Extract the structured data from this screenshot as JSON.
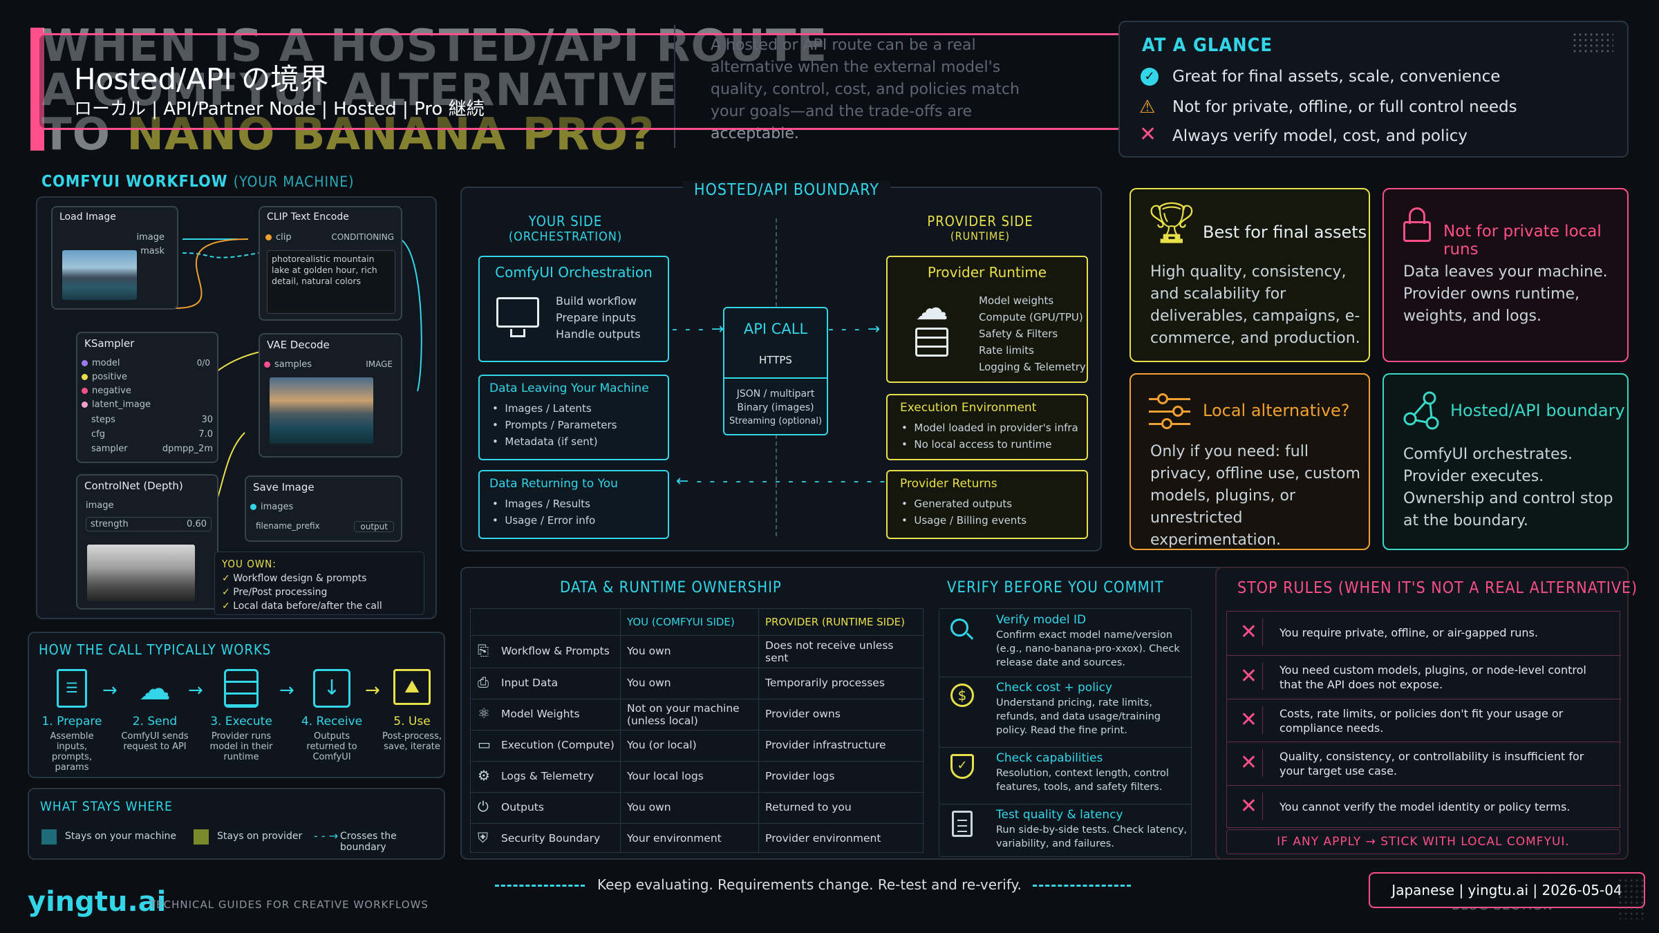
{
  "overlay": {
    "title": "Hosted/API の境界",
    "subtitle": "ローカル | API/Partner Node | Hosted | Pro 継続"
  },
  "hero": {
    "line1": "WHEN IS A HOSTED/API ROUTE",
    "line2": "A COMFYUI ALTERNATIVE",
    "line3a": "TO ",
    "line3b": "NANO BANANA PRO?",
    "intro": "A hosted or API route can be a real alternative when the external model's quality, control, cost, and policies match your goals—and the trade-offs are acceptable."
  },
  "glance": {
    "title": "AT A GLANCE",
    "items": [
      "Great for final assets, scale, convenience",
      "Not for private, offline, or full control needs",
      "Always verify model, cost, and policy"
    ]
  },
  "workflow": {
    "title": "COMFYUI WORKFLOW",
    "title_sub": "(YOUR MACHINE)",
    "load_image": {
      "title": "Load Image",
      "out1": "image",
      "out2": "mask"
    },
    "clip": {
      "title": "CLIP Text Encode",
      "in": "clip",
      "out": "CONDITIONING",
      "prompt": "photorealistic mountain lake at golden hour, rich detail, natural colors"
    },
    "ksampler": {
      "title": "KSampler",
      "inputs": [
        "model",
        "positive",
        "negative",
        "latent_image"
      ],
      "params": [
        [
          "steps",
          "30"
        ],
        [
          "cfg",
          "7.0"
        ],
        [
          "sampler",
          "dpmpp_2m"
        ]
      ],
      "out": "0/0"
    },
    "vae": {
      "title": "VAE Decode",
      "in": "samples",
      "out": "IMAGE"
    },
    "controlnet": {
      "title": "ControlNet (Depth)",
      "in": "image",
      "param": "strength",
      "value": "0.60"
    },
    "save": {
      "title": "Save Image",
      "in": "images",
      "param": "filename_prefix",
      "value": "output"
    },
    "own_title": "YOU OWN:",
    "own_items": [
      "Workflow design & prompts",
      "Pre/Post processing",
      "Local data before/after the call"
    ]
  },
  "steps": {
    "title": "HOW THE CALL TYPICALLY WORKS",
    "items": [
      {
        "label": "1. Prepare",
        "desc": "Assemble inputs, prompts, params"
      },
      {
        "label": "2. Send",
        "desc": "ComfyUI sends request to API"
      },
      {
        "label": "3. Execute",
        "desc": "Provider runs model in their runtime"
      },
      {
        "label": "4. Receive",
        "desc": "Outputs returned to ComfyUI"
      },
      {
        "label": "5. Use",
        "desc": "Post-process, save, iterate"
      }
    ]
  },
  "stays": {
    "title": "WHAT STAYS WHERE",
    "local": "Stays on your machine",
    "provider": "Stays on provider",
    "crosses": "Crosses the boundary",
    "local_color": "#1f6b78",
    "provider_color": "#7a8a2a"
  },
  "boundary": {
    "title": "HOSTED/API BOUNDARY",
    "your_side": "YOUR SIDE",
    "your_side_sub": "(ORCHESTRATION)",
    "provider_side": "PROVIDER SIDE",
    "provider_side_sub": "(RUNTIME)",
    "orch": {
      "title": "ComfyUI Orchestration",
      "items": [
        "Build workflow",
        "Prepare inputs",
        "Handle outputs"
      ]
    },
    "leaving": {
      "title": "Data Leaving Your Machine",
      "items": [
        "Images / Latents",
        "Prompts / Parameters",
        "Metadata (if sent)"
      ]
    },
    "returning": {
      "title": "Data Returning to You",
      "items": [
        "Images / Results",
        "Usage / Error info"
      ]
    },
    "api": {
      "title": "API CALL",
      "proto": "HTTPS",
      "formats": [
        "JSON / multipart",
        "Binary (images)",
        "Streaming (optional)"
      ]
    },
    "runtime": {
      "title": "Provider Runtime",
      "items": [
        "Model weights",
        "Compute (GPU/TPU)",
        "Safety & Filters",
        "Rate limits",
        "Logging & Telemetry"
      ]
    },
    "exec": {
      "title": "Execution Environment",
      "items": [
        "Model loaded in provider's infra",
        "No local access to runtime"
      ]
    },
    "returns": {
      "title": "Provider Returns",
      "items": [
        "Generated outputs",
        "Usage / Billing events"
      ]
    }
  },
  "cards": [
    {
      "title": "Best for final assets",
      "body": "High quality, consistency, and scalability for deliverables, campaigns, e-commerce, and production.",
      "color": "#e8e04a"
    },
    {
      "title": "Not for private local runs",
      "body": "Data leaves your machine. Provider owns runtime, weights, and logs.",
      "color": "#ff4f8a"
    },
    {
      "title": "Local alternative?",
      "body": "Only if you need: full privacy, offline use, custom models, plugins, or unrestricted experimentation.",
      "color": "#f0a030"
    },
    {
      "title": "Hosted/API boundary",
      "body": "ComfyUI orchestrates. Provider executes. Ownership and control stop at the boundary.",
      "color": "#3ad8c8"
    }
  ],
  "ownership": {
    "title": "DATA & RUNTIME OWNERSHIP",
    "col_you": "YOU (COMFYUI SIDE)",
    "col_provider": "PROVIDER (RUNTIME SIDE)",
    "rows": [
      [
        "Workflow & Prompts",
        "You own",
        "Does not receive unless sent"
      ],
      [
        "Input Data",
        "You own",
        "Temporarily processes"
      ],
      [
        "Model Weights",
        "Not on your machine (unless local)",
        "Provider owns"
      ],
      [
        "Execution (Compute)",
        "You (or local)",
        "Provider infrastructure"
      ],
      [
        "Logs & Telemetry",
        "Your local logs",
        "Provider logs"
      ],
      [
        "Outputs",
        "You own",
        "Returned to you"
      ],
      [
        "Security Boundary",
        "Your environment",
        "Provider environment"
      ]
    ]
  },
  "verify": {
    "title": "VERIFY BEFORE YOU COMMIT",
    "items": [
      {
        "title": "Verify model ID",
        "body": "Confirm exact model name/version (e.g., nano-banana-pro-xxox). Check release date and sources."
      },
      {
        "title": "Check cost + policy",
        "body": "Understand pricing, rate limits, refunds, and data usage/training policy. Read the fine print."
      },
      {
        "title": "Check capabilities",
        "body": "Resolution, context length, control features, tools, and safety filters."
      },
      {
        "title": "Test quality & latency",
        "body": "Run side-by-side tests. Check latency, variability, and failures."
      }
    ]
  },
  "stop": {
    "title": "STOP RULES (WHEN IT'S NOT A REAL ALTERNATIVE)",
    "items": [
      "You require private, offline, or air-gapped runs.",
      "You need custom models, plugins, or node-level control that the API does not expose.",
      "Costs, rate limits, or policies don't fit your usage or compliance needs.",
      "Quality, consistency, or controllability is insufficient for your target use case.",
      "You cannot verify the model identity or policy terms."
    ],
    "footer": "IF ANY APPLY → STICK WITH LOCAL COMFYUI."
  },
  "footer": {
    "tagline": "Keep evaluating. Requirements change. Re-test and re-verify.",
    "brand": "yingtu.ai",
    "brand_sub": "TECHNICAL GUIDES FOR CREATIVE WORKFLOWS",
    "meta": "Japanese | yingtu.ai | 2026-05-04",
    "behind": "BLOG SECTION"
  }
}
